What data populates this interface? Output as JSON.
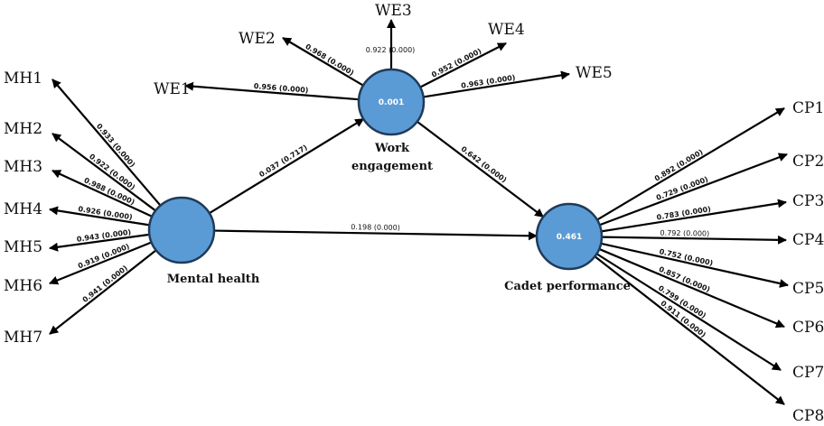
{
  "diagram": {
    "type": "PLS-SEM path model",
    "colors": {
      "construct_fill": "#5b9bd5",
      "construct_stroke": "#1f3b5a",
      "edge": "#000000",
      "text": "#111111",
      "r2_text": "#ffffff"
    },
    "constructs": [
      {
        "id": "MH",
        "label": "Mental health",
        "r2": ""
      },
      {
        "id": "WE",
        "label_line1": "Work",
        "label_line2": "engagement",
        "r2": "0.001"
      },
      {
        "id": "CP",
        "label": "Cadet performance",
        "r2": "0.461"
      }
    ],
    "structural_paths": [
      {
        "from": "MH",
        "to": "WE",
        "label": "0.037 (0.717)",
        "coefficient": 0.037,
        "p_value": 0.717
      },
      {
        "from": "MH",
        "to": "CP",
        "label": "0.198 (0.000)",
        "coefficient": 0.198,
        "p_value": 0.0
      },
      {
        "from": "WE",
        "to": "CP",
        "label": "0.642 (0.000)",
        "coefficient": 0.642,
        "p_value": 0.0
      }
    ],
    "indicators": {
      "MH": [
        {
          "name": "MH1",
          "label": "0.933 (0.000)",
          "loading": 0.933,
          "p_value": 0.0
        },
        {
          "name": "MH2",
          "label": "0.922 (0.000)",
          "loading": 0.922,
          "p_value": 0.0
        },
        {
          "name": "MH3",
          "label": "0.988 (0.000)",
          "loading": 0.988,
          "p_value": 0.0
        },
        {
          "name": "MH4",
          "label": "0.926 (0.000)",
          "loading": 0.926,
          "p_value": 0.0
        },
        {
          "name": "MH5",
          "label": "0.943 (0.000)",
          "loading": 0.943,
          "p_value": 0.0
        },
        {
          "name": "MH6",
          "label": "0.919 (0.000)",
          "loading": 0.919,
          "p_value": 0.0
        },
        {
          "name": "MH7",
          "label": "0.941 (0.000)",
          "loading": 0.941,
          "p_value": 0.0
        }
      ],
      "WE": [
        {
          "name": "WE1",
          "label": "0.956 (0.000)",
          "loading": 0.956,
          "p_value": 0.0
        },
        {
          "name": "WE2",
          "label": "0.968 (0.000)",
          "loading": 0.968,
          "p_value": 0.0
        },
        {
          "name": "WE3",
          "label": "0.922 (0.000)",
          "loading": 0.922,
          "p_value": 0.0
        },
        {
          "name": "WE4",
          "label": "0.952 (0.000)",
          "loading": 0.952,
          "p_value": 0.0
        },
        {
          "name": "WE5",
          "label": "0.963 (0.000)",
          "loading": 0.963,
          "p_value": 0.0
        }
      ],
      "CP": [
        {
          "name": "CP1",
          "label": "0.892 (0.000)",
          "loading": 0.892,
          "p_value": 0.0
        },
        {
          "name": "CP2",
          "label": "0.729 (0.000)",
          "loading": 0.729,
          "p_value": 0.0
        },
        {
          "name": "CP3",
          "label": "0.783 (0.000)",
          "loading": 0.783,
          "p_value": 0.0
        },
        {
          "name": "CP4",
          "label": "0.792 (0.000)",
          "loading": 0.792,
          "p_value": 0.0
        },
        {
          "name": "CP5",
          "label": "0.752 (0.000)",
          "loading": 0.752,
          "p_value": 0.0
        },
        {
          "name": "CP6",
          "label": "0.857 (0.000)",
          "loading": 0.857,
          "p_value": 0.0
        },
        {
          "name": "CP7",
          "label": "0.799 (0.000)",
          "loading": 0.799,
          "p_value": 0.0
        },
        {
          "name": "CP8",
          "label": "0.911 (0.000)",
          "loading": 0.911,
          "p_value": 0.0
        }
      ]
    }
  }
}
